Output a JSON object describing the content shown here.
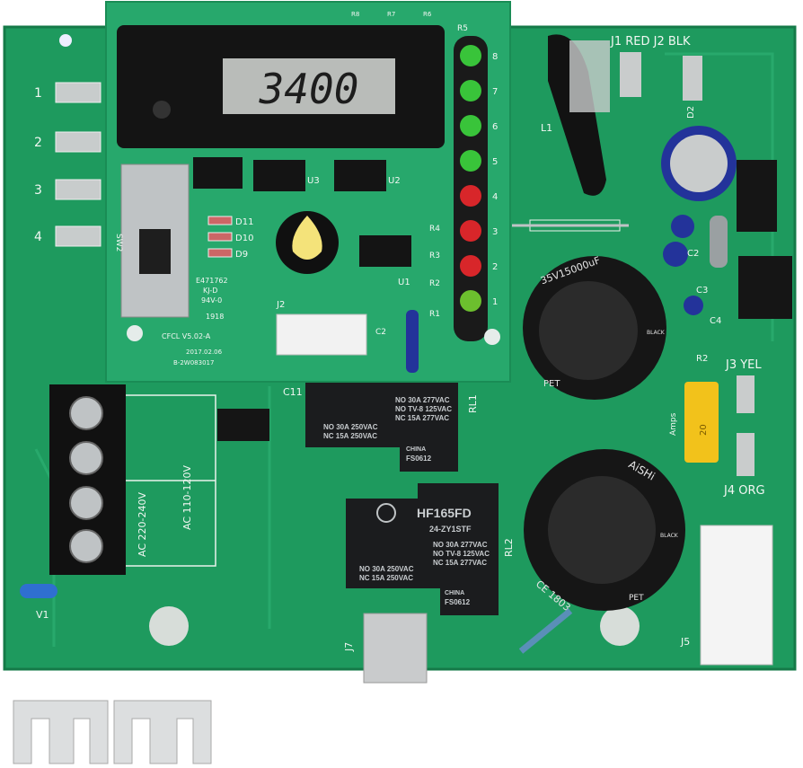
{
  "display": {
    "reading": "3400"
  },
  "main_board": {
    "labels": {
      "tab_numbers": [
        "1",
        "2",
        "3",
        "4"
      ],
      "j1_j2": "J1 RED J2 BLK",
      "j3": "J3 YEL",
      "j4": "J4 ORG",
      "j5": "J5",
      "j7": "J7",
      "v1": "V1",
      "l1": "L1",
      "d2": "D2",
      "c2": "C2",
      "c3": "C3",
      "c4": "C4",
      "r2": "R2",
      "c11": "C11",
      "rl1": "RL1",
      "rl2": "RL2",
      "ac_high": "AC 220-240V",
      "ac_low": "AC 110-120V",
      "amps": "Amps",
      "fuse_rating": "20"
    }
  },
  "control_board": {
    "labels": {
      "sw2": "SW2",
      "d11": "D11",
      "d10": "D10",
      "d9": "D9",
      "cert": "E471762",
      "kj": "KJ-D",
      "rating": "94V-0",
      "date_code": "1918",
      "model": "CFCL V5.02-A",
      "date": "2017.02.06",
      "serial": "B-2W083017",
      "u1": "U1",
      "u2": "U2",
      "u3": "U3",
      "j2": "J2",
      "c2": "C2",
      "r1": "R1",
      "r2": "R2",
      "r3": "R3",
      "r4": "R4",
      "top_resistors": [
        "R8",
        "R7",
        "R6",
        "R5"
      ]
    },
    "led_numbers": [
      "8",
      "7",
      "6",
      "5",
      "4",
      "3",
      "2",
      "1"
    ],
    "led_colors": [
      "#39c43a",
      "#39c43a",
      "#39c43a",
      "#39c43a",
      "#d8262a",
      "#d8262a",
      "#d8262a",
      "#6cbf2e"
    ]
  },
  "relay": {
    "brand": "HF165FD",
    "model": "24-ZY1STF",
    "right_specs": [
      "NO 30A 277VAC",
      "NO TV-8 125VAC",
      "NC 15A 277VAC"
    ],
    "left_specs": [
      "NO 30A 250VAC",
      "NC 15A 250VAC"
    ],
    "origin": "CHINA",
    "code": "FS0612"
  },
  "capacitors": {
    "top_rating": "35V15000uF",
    "bottom_brand": "AiSHi",
    "bottom_code": "CE 1803",
    "sleeve": "PET",
    "stripe": "BLACK"
  },
  "colors": {
    "board": "#1e9a5e",
    "daughter_board": "#27a86c",
    "silk": "#f2f7f3"
  }
}
